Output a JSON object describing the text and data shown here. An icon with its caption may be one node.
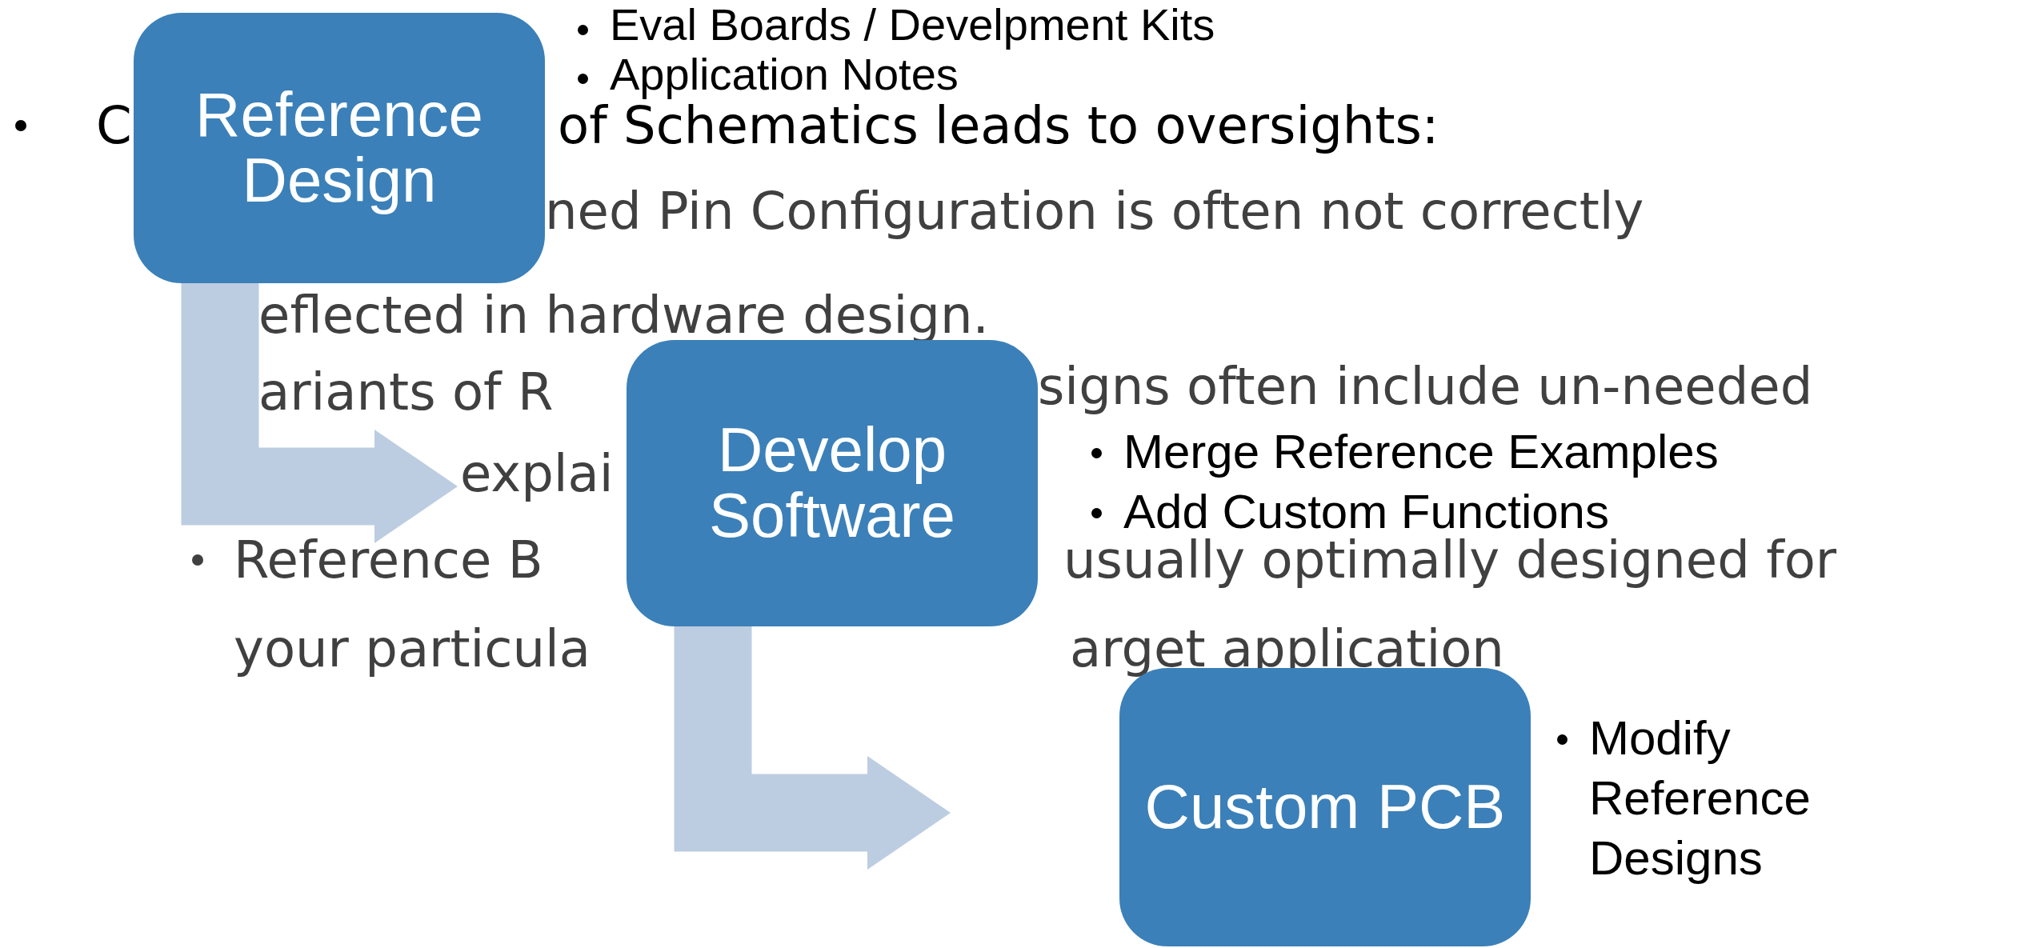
{
  "diagram": {
    "nodes": [
      {
        "text": [
          "Reference Design"
        ],
        "beside": [
          "Eval Boards / Develpment Kits",
          "Application Notes"
        ]
      },
      {
        "text": [
          "Develop Software"
        ],
        "beside": [
          "Merge Reference Examples",
          "Add Custom Functions"
        ]
      },
      {
        "text": [
          "Custom PCB"
        ],
        "beside": [
          "Modify Reference Designs"
        ]
      }
    ],
    "edges": [
      {
        "from": 0,
        "to": 1,
        "arrow": "to"
      },
      {
        "from": 1,
        "to": 2,
        "arrow": "to"
      }
    ],
    "labels": [
      "C",
      "of Schematics leads to oversights:",
      "ned Pin Configuration is often not correctly",
      "eflected in hardware design.",
      "ariants of R",
      "signs often include un-needed",
      "explai",
      "Reference B",
      "usually optimally designed for",
      "your particula",
      "arget application"
    ]
  }
}
